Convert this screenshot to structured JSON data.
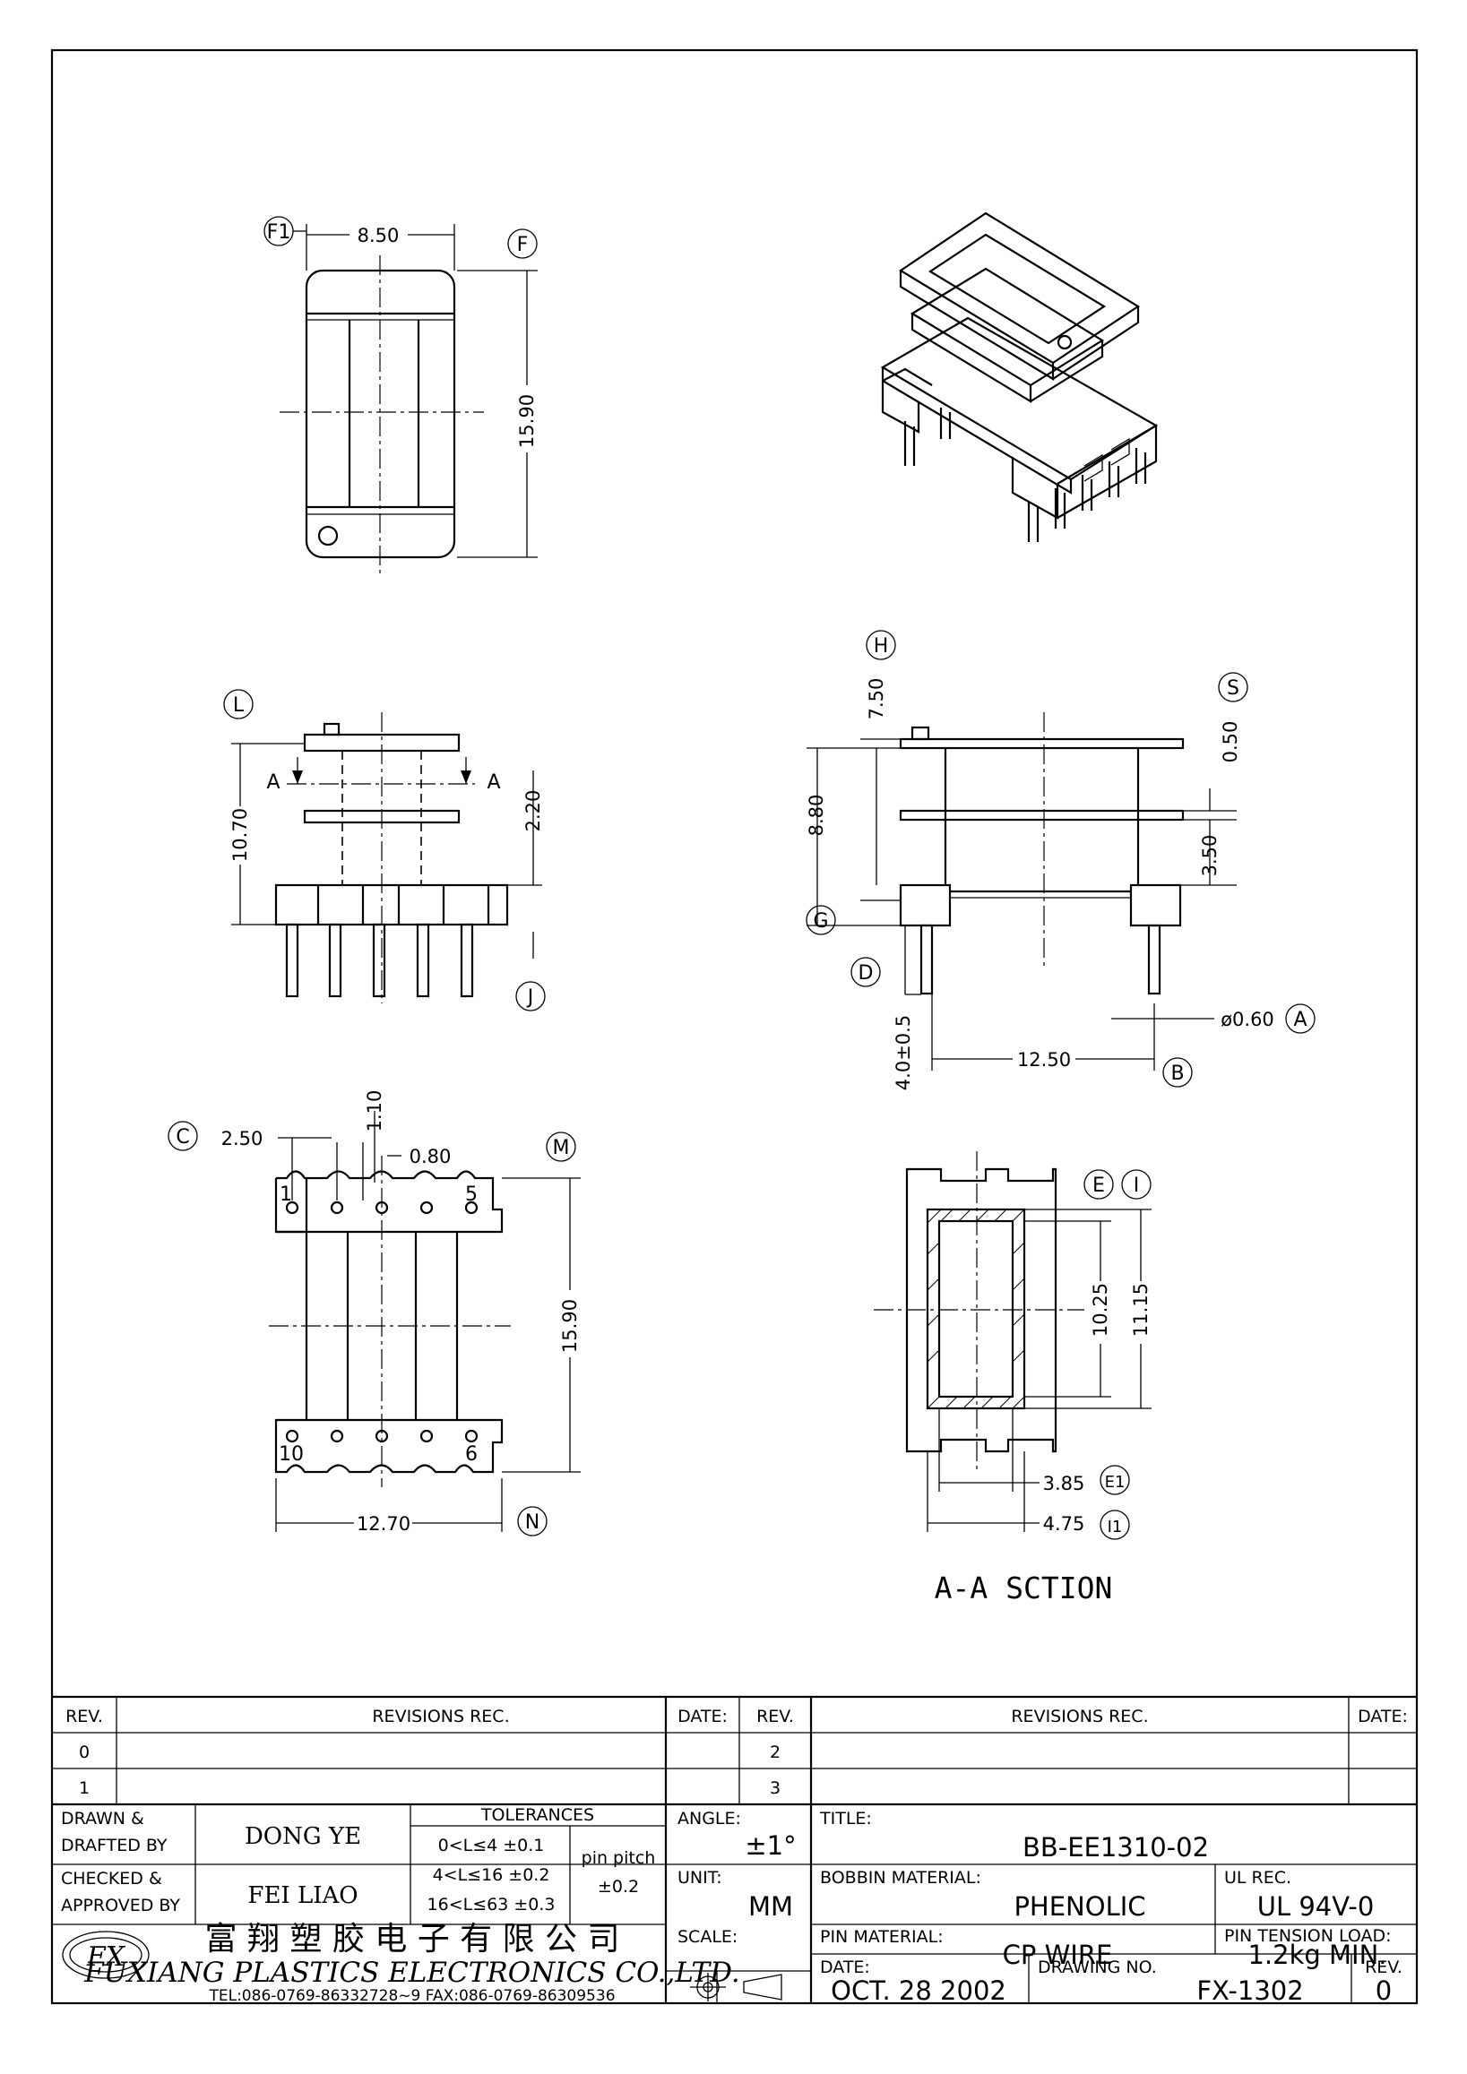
{
  "view_top": {
    "width": "8.50",
    "height": "15.90",
    "markers": [
      "F1",
      "F"
    ]
  },
  "view_front": {
    "height": "10.70",
    "flange": "2.20",
    "section_label": "A",
    "markers": [
      "L",
      "J"
    ]
  },
  "view_side": {
    "height_total": "7.50",
    "height_body": "8.80",
    "flange_thk": "0.50",
    "gap": "3.50",
    "pin_len": "4.0±0.5",
    "pin_dia": "ø0.60",
    "pin_span": "12.50",
    "markers": [
      "H",
      "S",
      "G",
      "D",
      "A",
      "B"
    ]
  },
  "view_bottom": {
    "pitch": "2.50",
    "offset": "1.10",
    "hole": "0.80",
    "length": "15.90",
    "width": "12.70",
    "pin_first": "1",
    "pin_fifth": "5",
    "pin_tenth": "10",
    "pin_sixth": "6",
    "markers": [
      "C",
      "M",
      "N"
    ]
  },
  "view_section": {
    "inner": "10.25",
    "outer": "11.15",
    "inner_w": "3.85",
    "outer_w": "4.75",
    "markers": [
      "E",
      "I",
      "E1",
      "I1"
    ],
    "title": "A-A SCTION"
  },
  "title_block": {
    "rev_header": "REV.",
    "revisions_header": "REVISIONS    REC.",
    "date_header": "DATE:",
    "rev_rows_left": [
      "0",
      "1"
    ],
    "rev_rows_right": [
      "2",
      "3"
    ],
    "drawn_label_1": "DRAWN  &",
    "drawn_label_2": "DRAFTED BY",
    "drawn_by": "DONG YE",
    "checked_label_1": "CHECKED  &",
    "checked_label_2": "APPROVED BY",
    "checked_by": "FEI LIAO",
    "tolerances_header": "TOLERANCES",
    "tol_1": "0<L≤4    ±0.1",
    "tol_2": "4<L≤16  ±0.2",
    "tol_3": "16<L≤63  ±0.3",
    "pin_pitch_label": "pin pitch",
    "pin_pitch_tol": "±0.2",
    "angle_label": "ANGLE:",
    "angle_value": "±1°",
    "unit_label": "UNIT:",
    "unit_value": "MM",
    "scale_label": "SCALE:",
    "title_label": "TITLE:",
    "title_value": "BB-EE1310-02",
    "bobbin_material_label": "BOBBIN MATERIAL:",
    "bobbin_material": "PHENOLIC",
    "ul_label": "UL REC.",
    "ul_value": "UL 94V-0",
    "pin_material_label": "PIN MATERIAL:",
    "pin_material": "CP WIRE",
    "pin_tension_label": "PIN TENSION LOAD:",
    "pin_tension": "1.2kg MIN.",
    "date_label": "DATE:",
    "date_value": "OCT. 28 2002",
    "drawing_no_label": "DRAWING NO.",
    "drawing_no": "FX-1302",
    "rev_label": "REV.",
    "rev_value": "0",
    "company_cn": "富 翔 塑 胶 电 子 有 限 公 司",
    "company_en": "FUXIANG PLASTICS ELECTRONICS CO.,LTD.",
    "contact": "TEL:086-0769-86332728~9   FAX:086-0769-86309536",
    "logo_text": "FX"
  }
}
